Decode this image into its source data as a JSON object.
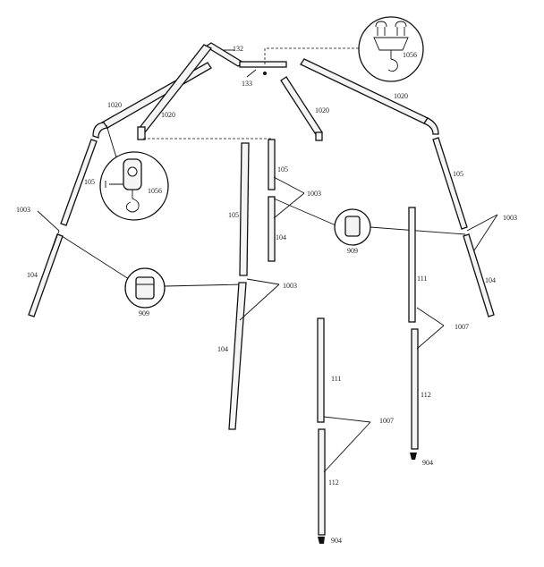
{
  "labels": {
    "part_132": "132",
    "part_133": "133",
    "part_1056_top": "1056",
    "part_1020_left": "1020",
    "part_1020_mid": "1020",
    "part_1020_center": "1020",
    "part_1020_right": "1020",
    "part_105_left": "105",
    "part_1056_left": "1056",
    "part_1003_left": "1003",
    "part_104_left": "104",
    "part_105_center": "105",
    "part_104_center": "104",
    "part_105_middle": "105",
    "part_1003_middle": "1003",
    "part_104_middle": "104",
    "part_909_right": "909",
    "part_105_right": "105",
    "part_1003_right": "1003",
    "part_104_right": "104",
    "part_909_left": "909",
    "part_1003_center": "1003",
    "part_111_right": "111",
    "part_1007_right": "1007",
    "part_112_right": "112",
    "part_904_right": "904",
    "part_111_bottom": "111",
    "part_1007_bottom": "1007",
    "part_112_bottom": "112",
    "part_904_bottom": "904"
  }
}
